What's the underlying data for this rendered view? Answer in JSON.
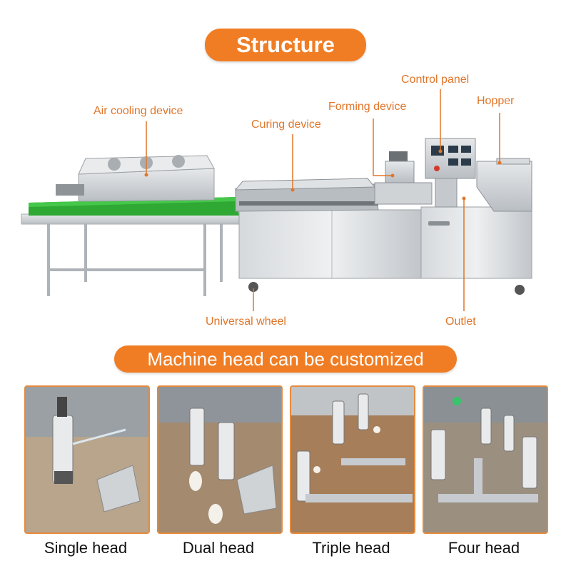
{
  "title": "Structure",
  "labels": {
    "air_cooling": "Air cooling device",
    "curing": "Curing device",
    "forming": "Forming device",
    "control_panel": "Control panel",
    "hopper": "Hopper",
    "universal_wheel": "Universal wheel",
    "outlet": "Outlet"
  },
  "subtitle": "Machine head can be customized",
  "heads": [
    {
      "caption": "Single head"
    },
    {
      "caption": "Dual head"
    },
    {
      "caption": "Triple head"
    },
    {
      "caption": "Four head"
    }
  ],
  "colors": {
    "accent": "#f07d24",
    "label": "#e0762a",
    "conveyor": "#2fa834",
    "steel": "#c9cdd1"
  }
}
